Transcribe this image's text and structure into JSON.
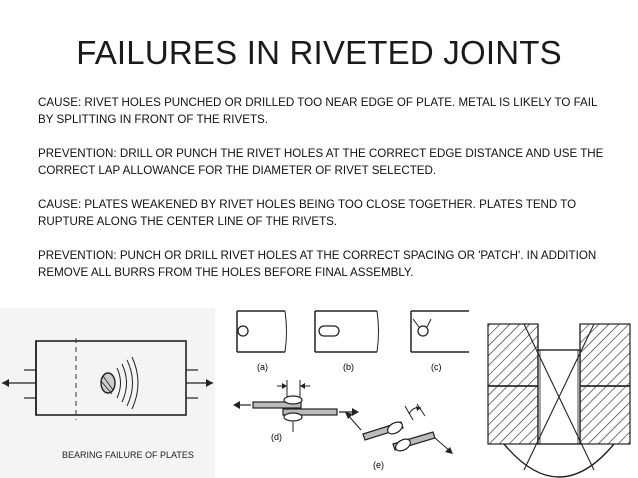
{
  "slide": {
    "title": "FAILURES IN RIVETED JOINTS",
    "paragraphs": [
      {
        "label": "CAUSE:",
        "text": " RIVET HOLES PUNCHED OR DRILLED TOO NEAR EDGE OF PLATE. METAL IS LIKELY TO FAIL BY SPLITTING IN FRONT OF THE RIVETS."
      },
      {
        "label": "PREVENTION:",
        "text": " DRILL OR PUNCH THE RIVET HOLES AT THE CORRECT EDGE DISTANCE AND USE THE CORRECT LAP ALLOWANCE FOR THE DIAMETER OF RIVET SELECTED."
      },
      {
        "label": "CAUSE:",
        "text": " PLATES WEAKENED BY RIVET HOLES BEING TOO CLOSE TOGETHER. PLATES TEND TO RUPTURE ALONG THE CENTER LINE OF THE RIVETS."
      },
      {
        "label": "PREVENTION:",
        "text": " PUNCH OR DRILL RIVET HOLES AT THE CORRECT SPACING OR 'PATCH'. IN ADDITION REMOVE ALL BURRS FROM THE HOLES BEFORE FINAL ASSEMBLY."
      }
    ]
  },
  "figures": {
    "bearing_caption": "BEARING FAILURE OF PLATES",
    "labels": {
      "a": "(a)",
      "b": "(b)",
      "c": "(c)",
      "d": "(d)",
      "e": "(e)"
    }
  }
}
